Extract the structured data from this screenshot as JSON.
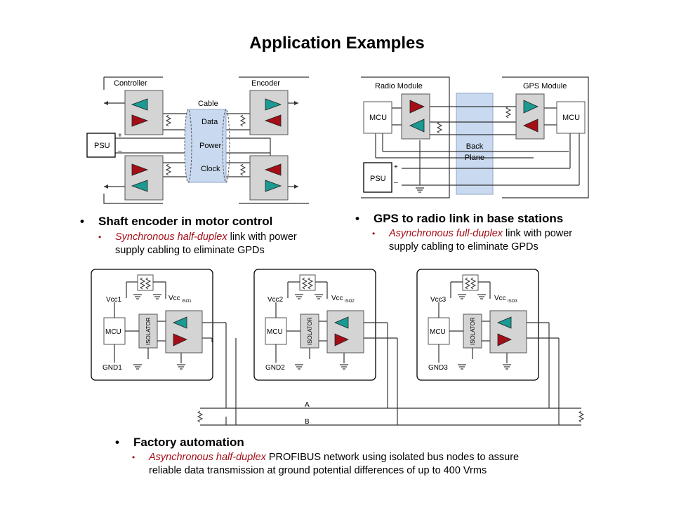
{
  "page": {
    "title": "Application Examples"
  },
  "diagram1": {
    "controller": "Controller",
    "encoder": "Encoder",
    "cable": "Cable",
    "data": "Data",
    "power": "Power",
    "clock": "Clock",
    "psu": "PSU",
    "plus": "+",
    "minus": "–"
  },
  "diagram2": {
    "radio": "Radio Module",
    "gps": "GPS Module",
    "mcu_left": "MCU",
    "mcu_right": "MCU",
    "backplane_line1": "Back",
    "backplane_line2": "Plane",
    "psu": "PSU",
    "plus": "+",
    "minus": "–"
  },
  "diagram3": {
    "nodes": [
      {
        "vcc": "Vcc1",
        "vcciso": "Vcc",
        "vcciso_sub": "ISO1",
        "gnd": "GND1",
        "mcu": "MCU",
        "isolator": "ISOLATOR"
      },
      {
        "vcc": "Vcc2",
        "vcciso": "Vcc",
        "vcciso_sub": "ISO2",
        "gnd": "GND2",
        "mcu": "MCU",
        "isolator": "ISOLATOR"
      },
      {
        "vcc": "Vcc3",
        "vcciso": "Vcc",
        "vcciso_sub": "ISO3",
        "gnd": "GND3",
        "mcu": "MCU",
        "isolator": "ISOLATOR"
      }
    ],
    "bus_a": "A",
    "bus_b": "B"
  },
  "bullets": [
    {
      "dot": "•",
      "heading": "Shaft encoder in motor control",
      "sub_dot": "•",
      "emphasis": "Synchronous half-duplex",
      "rest_line1": " link with power",
      "line2": "supply cabling to eliminate GPDs"
    },
    {
      "dot": "•",
      "heading": "GPS to radio link in base stations",
      "sub_dot": "•",
      "emphasis": "Asynchronous full-duplex",
      "rest_line1": " link with power",
      "line2": "supply cabling to eliminate GPDs"
    },
    {
      "dot": "•",
      "heading": "Factory automation",
      "sub_dot": "•",
      "emphasis": "Asynchronous half-duplex",
      "rest_line1": " PROFIBUS network using isolated bus nodes to assure",
      "line2": "reliable data transmission at ground potential differences of up to 400 Vrms"
    }
  ],
  "colors": {
    "driver": "#a40e17",
    "receiver": "#1a9a92",
    "backplane": "#c9d9ef",
    "cable": "#c9d9ef",
    "emphasis": "#a40e17"
  }
}
